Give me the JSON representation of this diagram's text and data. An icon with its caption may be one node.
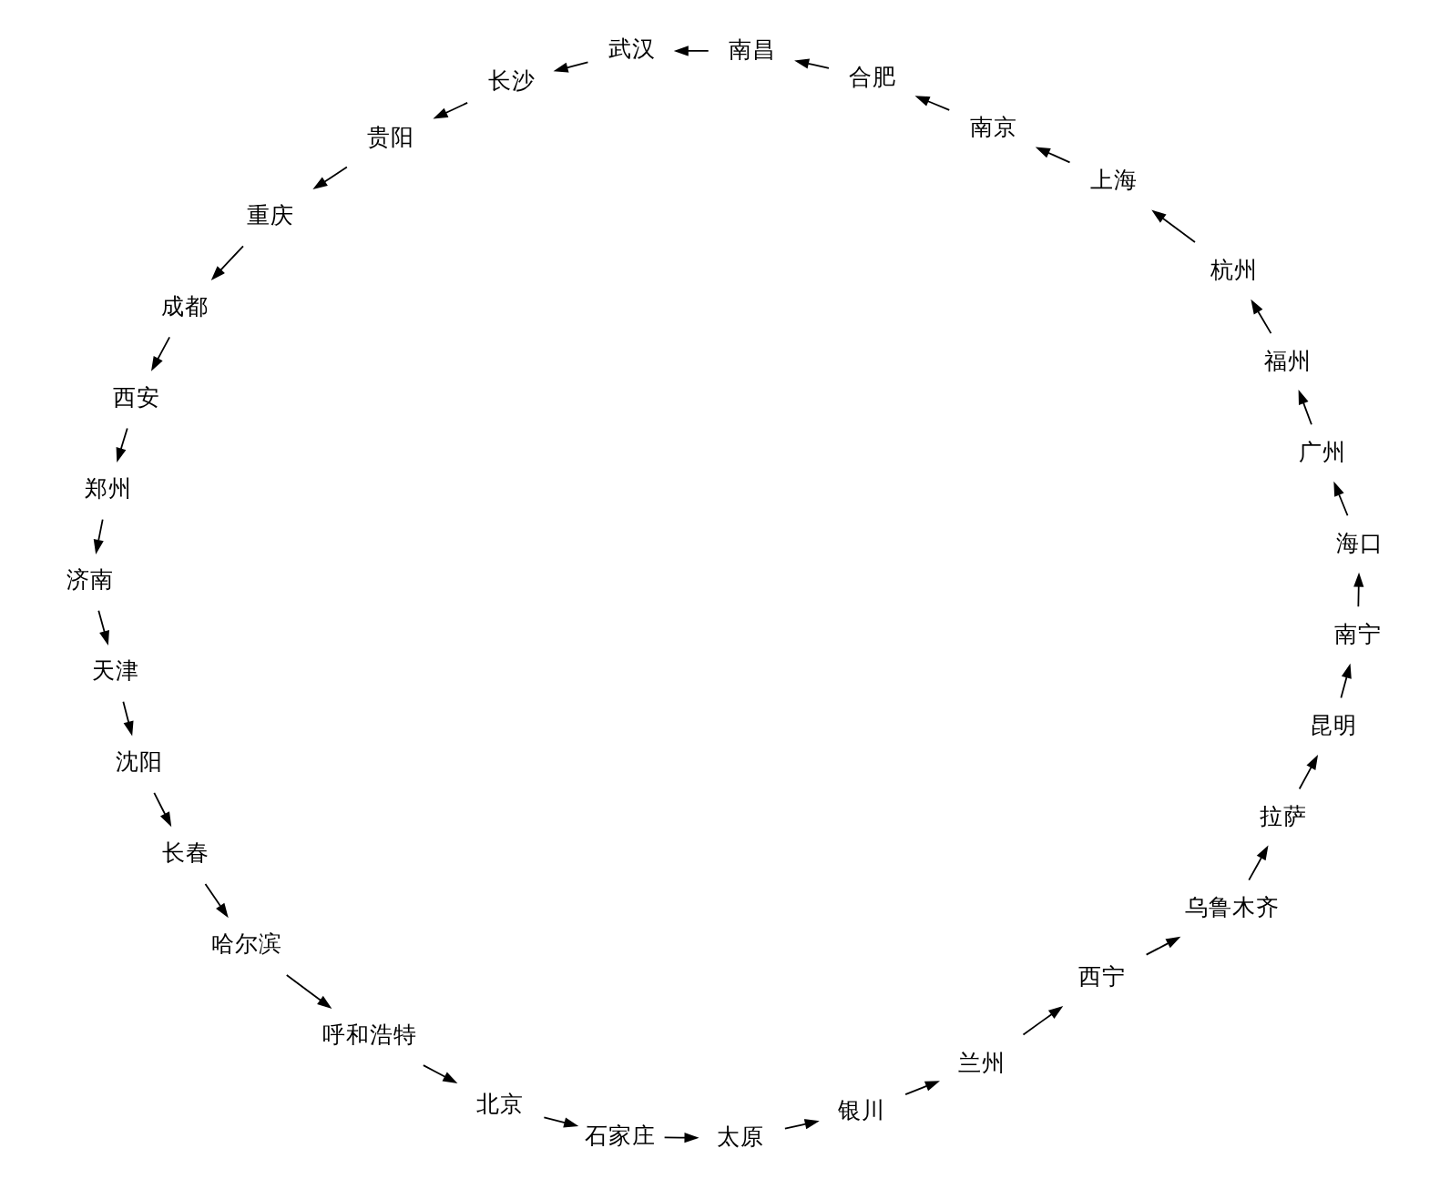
{
  "diagram": {
    "nodes": [
      {
        "text": [
          "哈尔滨"
        ]
      },
      {
        "text": [
          "乌鲁木齐"
        ]
      },
      {
        "text": [
          "长春"
        ]
      },
      {
        "text": [
          "沈阳"
        ]
      },
      {
        "text": [
          "呼和浩特"
        ]
      },
      {
        "text": [
          "北京"
        ]
      },
      {
        "text": [
          "石家庄"
        ]
      },
      {
        "text": [
          "银川"
        ]
      },
      {
        "text": [
          "天津"
        ]
      },
      {
        "text": [
          "太原"
        ]
      },
      {
        "text": [
          "西宁"
        ]
      },
      {
        "text": [
          "济南"
        ]
      },
      {
        "text": [
          "兰州"
        ]
      },
      {
        "text": [
          "西安"
        ]
      },
      {
        "text": [
          "郑州"
        ]
      },
      {
        "text": [
          "南京"
        ]
      },
      {
        "text": [
          "合肥"
        ]
      },
      {
        "text": [
          "上海"
        ]
      },
      {
        "text": [
          "武汉"
        ]
      },
      {
        "text": [
          "成都"
        ]
      },
      {
        "text": [
          "拉萨"
        ]
      },
      {
        "text": [
          "重庆"
        ]
      },
      {
        "text": [
          "杭州"
        ]
      },
      {
        "text": [
          "长沙"
        ]
      },
      {
        "text": [
          "南昌"
        ]
      },
      {
        "text": [
          "贵阳"
        ]
      },
      {
        "text": [
          "福州"
        ]
      },
      {
        "text": [
          "昆明"
        ]
      },
      {
        "text": [
          "南宁"
        ]
      },
      {
        "text": [
          "广州"
        ]
      },
      {
        "text": [
          "海口"
        ]
      }
    ],
    "edges": [
      {
        "from": 1,
        "to": 20,
        "arrow": "to"
      },
      {
        "from": 20,
        "to": 27,
        "arrow": "to"
      },
      {
        "from": 27,
        "to": 28,
        "arrow": "to"
      },
      {
        "from": 28,
        "to": 30,
        "arrow": "to"
      },
      {
        "from": 30,
        "to": 29,
        "arrow": "to"
      },
      {
        "from": 29,
        "to": 26,
        "arrow": "to"
      },
      {
        "from": 26,
        "to": 22,
        "arrow": "to"
      },
      {
        "from": 22,
        "to": 17,
        "arrow": "to"
      },
      {
        "from": 17,
        "to": 15,
        "arrow": "to"
      },
      {
        "from": 15,
        "to": 16,
        "arrow": "to"
      },
      {
        "from": 16,
        "to": 24,
        "arrow": "to"
      },
      {
        "from": 24,
        "to": 18,
        "arrow": "to"
      },
      {
        "from": 18,
        "to": 23,
        "arrow": "to"
      },
      {
        "from": 23,
        "to": 25,
        "arrow": "to"
      },
      {
        "from": 25,
        "to": 21,
        "arrow": "to"
      },
      {
        "from": 21,
        "to": 19,
        "arrow": "to"
      },
      {
        "from": 19,
        "to": 13,
        "arrow": "to"
      },
      {
        "from": 13,
        "to": 14,
        "arrow": "to"
      },
      {
        "from": 14,
        "to": 11,
        "arrow": "to"
      },
      {
        "from": 11,
        "to": 8,
        "arrow": "to"
      },
      {
        "from": 8,
        "to": 3,
        "arrow": "to"
      },
      {
        "from": 3,
        "to": 2,
        "arrow": "to"
      },
      {
        "from": 2,
        "to": 0,
        "arrow": "to"
      },
      {
        "from": 0,
        "to": 4,
        "arrow": "to"
      },
      {
        "from": 4,
        "to": 5,
        "arrow": "to"
      },
      {
        "from": 5,
        "to": 6,
        "arrow": "to"
      },
      {
        "from": 6,
        "to": 9,
        "arrow": "to"
      },
      {
        "from": 9,
        "to": 7,
        "arrow": "to"
      },
      {
        "from": 7,
        "to": 12,
        "arrow": "to"
      },
      {
        "from": 12,
        "to": 10,
        "arrow": "to"
      },
      {
        "from": 10,
        "to": 1,
        "arrow": "to"
      }
    ]
  }
}
